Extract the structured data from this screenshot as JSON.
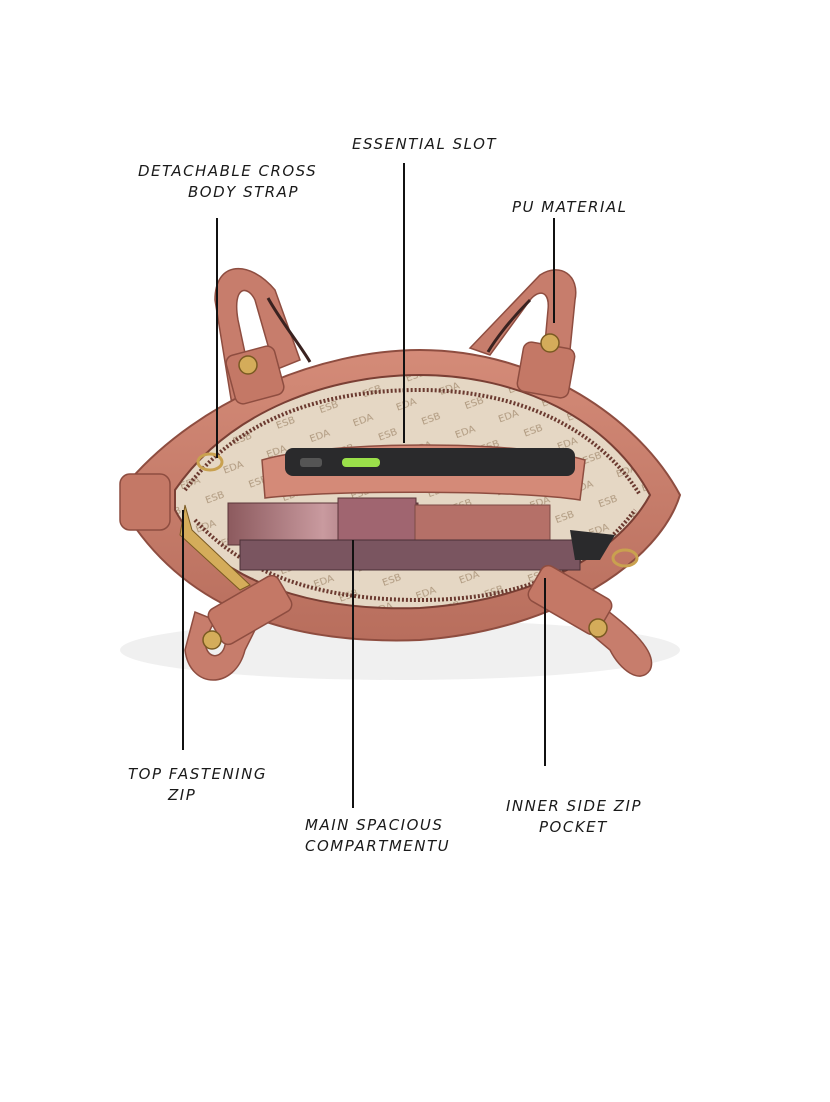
{
  "annotations": {
    "essential_slot": "ESSENTIAL SLOT",
    "crossbody_strap_line1": "DETACHABLE CROSS",
    "crossbody_strap_line2": "BODY STRAP",
    "pu_material": "PU MATERIAL",
    "top_zip_line1": "TOP FASTENING",
    "top_zip_line2": "ZIP",
    "main_compartment_line1": "MAIN SPACIOUS",
    "main_compartment_line2": "COMPARTMENTU",
    "inner_pocket_line1": "INNER SIDE ZIP",
    "inner_pocket_line2": "POCKET"
  },
  "product": {
    "image": "handbag-top-view",
    "colors": {
      "leather": "#c97b6a",
      "leather_dark": "#9e5546",
      "lining": "#e3d4c0",
      "hardware": "#c9a14f"
    }
  }
}
